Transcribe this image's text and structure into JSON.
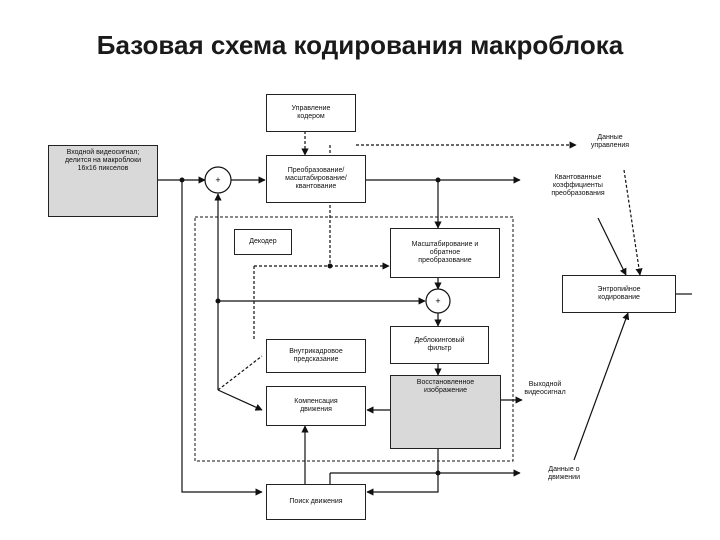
{
  "title": "Базовая схема кодирования макроблока",
  "blocks": {
    "input_video": "Входной видеосигнал;\nделится на макроблоки\n16x16 пикселов",
    "coder_control": "Управление\nкодером",
    "transform": "Преобразование/\nмасштабирование/\nквантование",
    "decoder": "Декодер",
    "inverse_transform": "Масштабирование и\nобратное\nпреобразование",
    "deblocking": "Деблокинговый\nфильтр",
    "intra_prediction": "Внутрикадровое\nпредсказание",
    "motion_compensation": "Компенсация\nдвижения",
    "reconstructed": "Восстановленное\nизображение",
    "motion_search": "Поиск движения",
    "entropy": "Энтропийное\nкодирование"
  },
  "labels": {
    "control_data": "Данные\nуправления",
    "quantized_coeffs": "Квантованные\nкоэффициенты\nпреобразования",
    "output_video": "Выходной\nвидеосигнал",
    "motion_data": "Данные о\nдвижении",
    "sum_symbol": "+"
  }
}
